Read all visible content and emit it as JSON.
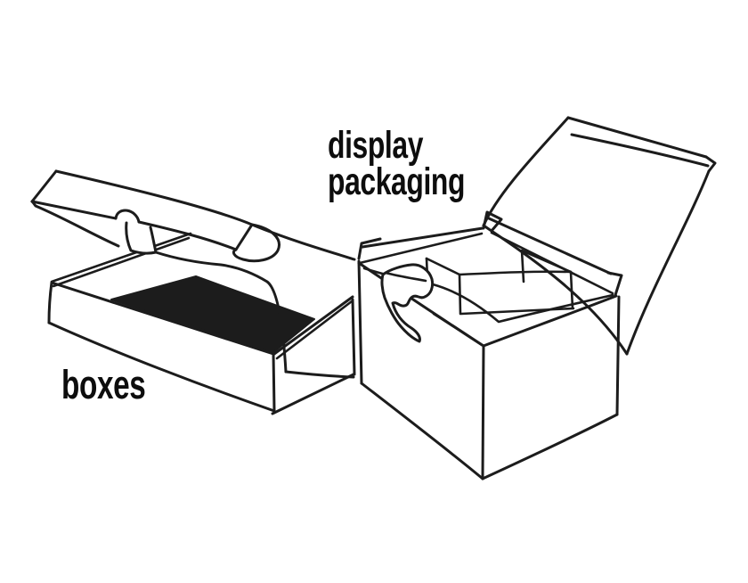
{
  "page": {
    "background_color": "#ffffff",
    "ink_color": "#1c1c1c",
    "description": "hand-drawn packaging illustration"
  },
  "labels": {
    "display_packaging": {
      "line1": "display",
      "line2": "packaging"
    },
    "boxes": "boxes"
  },
  "illustrations": {
    "shoebox": "open shoebox with lifted lid and dark interior",
    "display_box": "display packaging box with divided compartments and open lid"
  }
}
